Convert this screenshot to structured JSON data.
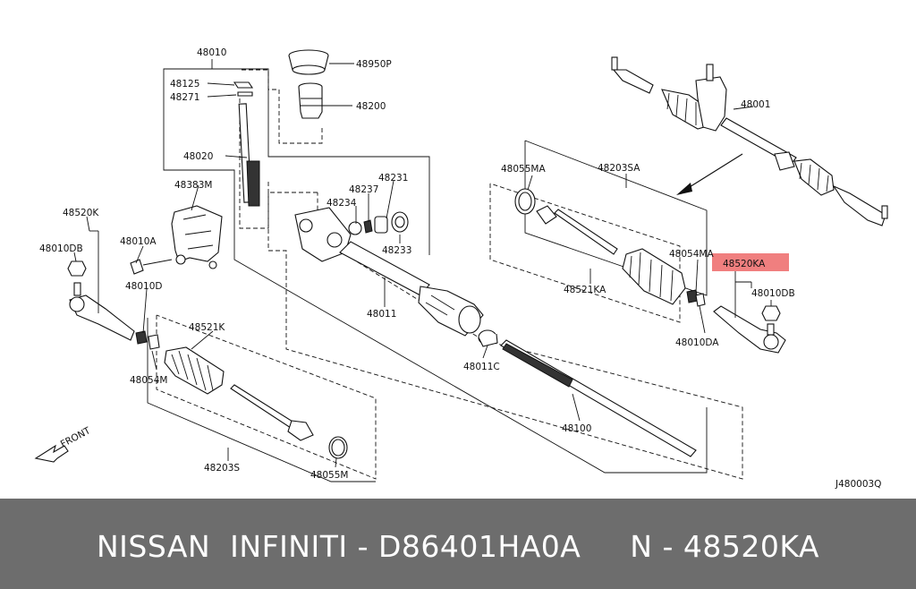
{
  "diagram": {
    "highlight_color": "#f07f7f",
    "labels": {
      "l48010": "48010",
      "l48950P": "48950P",
      "l48125": "48125",
      "l48271": "48271",
      "l48200": "48200",
      "l48020": "48020",
      "l48383M": "48383M",
      "l48231": "48231",
      "l48237": "48237",
      "l48234": "48234",
      "l48233": "48233",
      "l48520K": "48520K",
      "l48010DB_left": "48010DB",
      "l48010A": "48010A",
      "l48010D": "48010D",
      "l48521K": "48521K",
      "l48054M": "48054M",
      "l48203S": "48203S",
      "l48055M": "48055M",
      "l48011": "48011",
      "l48011C": "48011C",
      "l48100": "48100",
      "l48055MA": "48055MA",
      "l48203SA": "48203SA",
      "l48054MA": "48054MA",
      "l48521KA": "48521KA",
      "l48520KA": "48520KA",
      "l48010DB_right": "48010DB",
      "l48010DA": "48010DA",
      "l48001": "48001",
      "front": "FRONT",
      "ref_code": "J480003Q"
    }
  },
  "footer": {
    "text": "NISSAN  INFINITI - D86401HA0A     N - 48520KA"
  }
}
